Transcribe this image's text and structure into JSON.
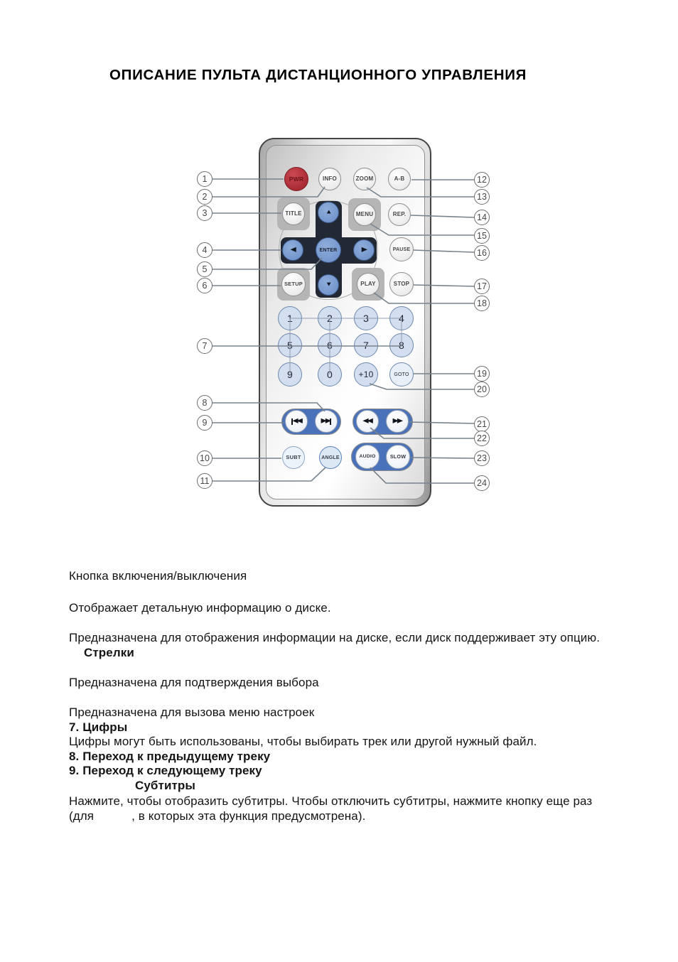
{
  "page": {
    "title": "ОПИСАНИЕ ПУЛЬТА ДИСТАНЦИОННОГО УПРАВЛЕНИЯ"
  },
  "colors": {
    "power_red": "#a82a34",
    "dpad_dark": "#222834",
    "key_blue": "#7295cc",
    "capsule_blue": "#4a72ba",
    "numpad_fill": "#d3dff0",
    "leader_line": "#78828c"
  },
  "remote": {
    "buttons": {
      "pwr": "PWR",
      "info": "INFO",
      "zoom": "ZOOM",
      "ab": "A-B",
      "title": "TITLE",
      "menu": "MENU",
      "rep": "REP.",
      "pause": "PAUSE",
      "setup": "SETUP",
      "play": "PLAY",
      "stop": "STOP",
      "enter": "ENTER",
      "n1": "1",
      "n2": "2",
      "n3": "3",
      "n4": "4",
      "n5": "5",
      "n6": "6",
      "n7": "7",
      "n8": "8",
      "n9": "9",
      "n0": "0",
      "plus10": "+10",
      "goto": "GOTO",
      "subt": "SUBT",
      "angle": "ANGLE",
      "audio": "AUDIO",
      "slow": "SLOW"
    },
    "icons": {
      "up": "▲",
      "down": "▼",
      "left": "◀",
      "right": "▶",
      "prev_track": "◀◀",
      "next_track": "▶▶",
      "rewind": "◀◀",
      "fast_forward": "▶▶"
    }
  },
  "callouts": {
    "left": [
      "1",
      "2",
      "3",
      "4",
      "5",
      "6",
      "7",
      "8",
      "9",
      "10",
      "11"
    ],
    "right": [
      "12",
      "13",
      "14",
      "15",
      "16",
      "17",
      "18",
      "19",
      "20",
      "21",
      "22",
      "23",
      "24"
    ]
  },
  "description": {
    "lines": [
      {
        "text": "Кнопка включения/выключения",
        "strong": false
      },
      {
        "text": "Отображает детальную информацию о диске.",
        "strong": false
      },
      {
        "text": "Предназначена для отображения информации на диске, если диск поддерживает эту опцию.",
        "strong": false
      },
      {
        "text": "Стрелки",
        "strong": true
      },
      {
        "text": "Предназначена для подтверждения выбора",
        "strong": false
      },
      {
        "text": "Предназначена для вызова меню настроек",
        "strong": false
      },
      {
        "text": "7. Цифры",
        "strong": true
      },
      {
        "text": "Цифры могут быть использованы, чтобы выбирать трек или другой нужный файл.",
        "strong": false
      },
      {
        "text": "8. Переход к предыдущему треку",
        "strong": true
      },
      {
        "text": "9. Переход к следующему треку",
        "strong": true
      },
      {
        "text": "Субтитры",
        "strong": true
      },
      {
        "text": "Нажмите, чтобы отобразить субтитры. Чтобы отключить субтитры, нажмите кнопку еще раз",
        "strong": false
      },
      {
        "text": "(для           , в которых эта функция предусмотрена).",
        "strong": false
      }
    ]
  }
}
